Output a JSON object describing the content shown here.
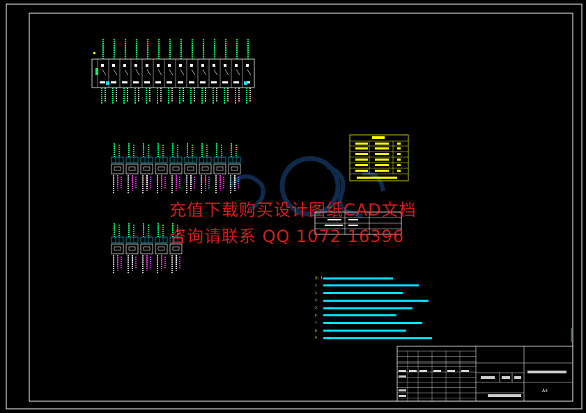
{
  "watermark": {
    "line1": "充值下载购买设计图纸CAD文档",
    "line2": "咨询请联系 QQ 1072 16396"
  },
  "notes": [
    "注：1.",
    "2.",
    "3.",
    "4.",
    "5.",
    "6.",
    "7.",
    "8.",
    "9."
  ],
  "title_block": {
    "sheet_code": "A3"
  },
  "colors": {
    "frame": "#ffffff",
    "wire": "#00ff60",
    "cyan": "#00e0ff",
    "magenta": "#ff30ff",
    "yellow": "#ffff00",
    "watermark": "#ff2020",
    "logo": "#1a4f8a"
  }
}
